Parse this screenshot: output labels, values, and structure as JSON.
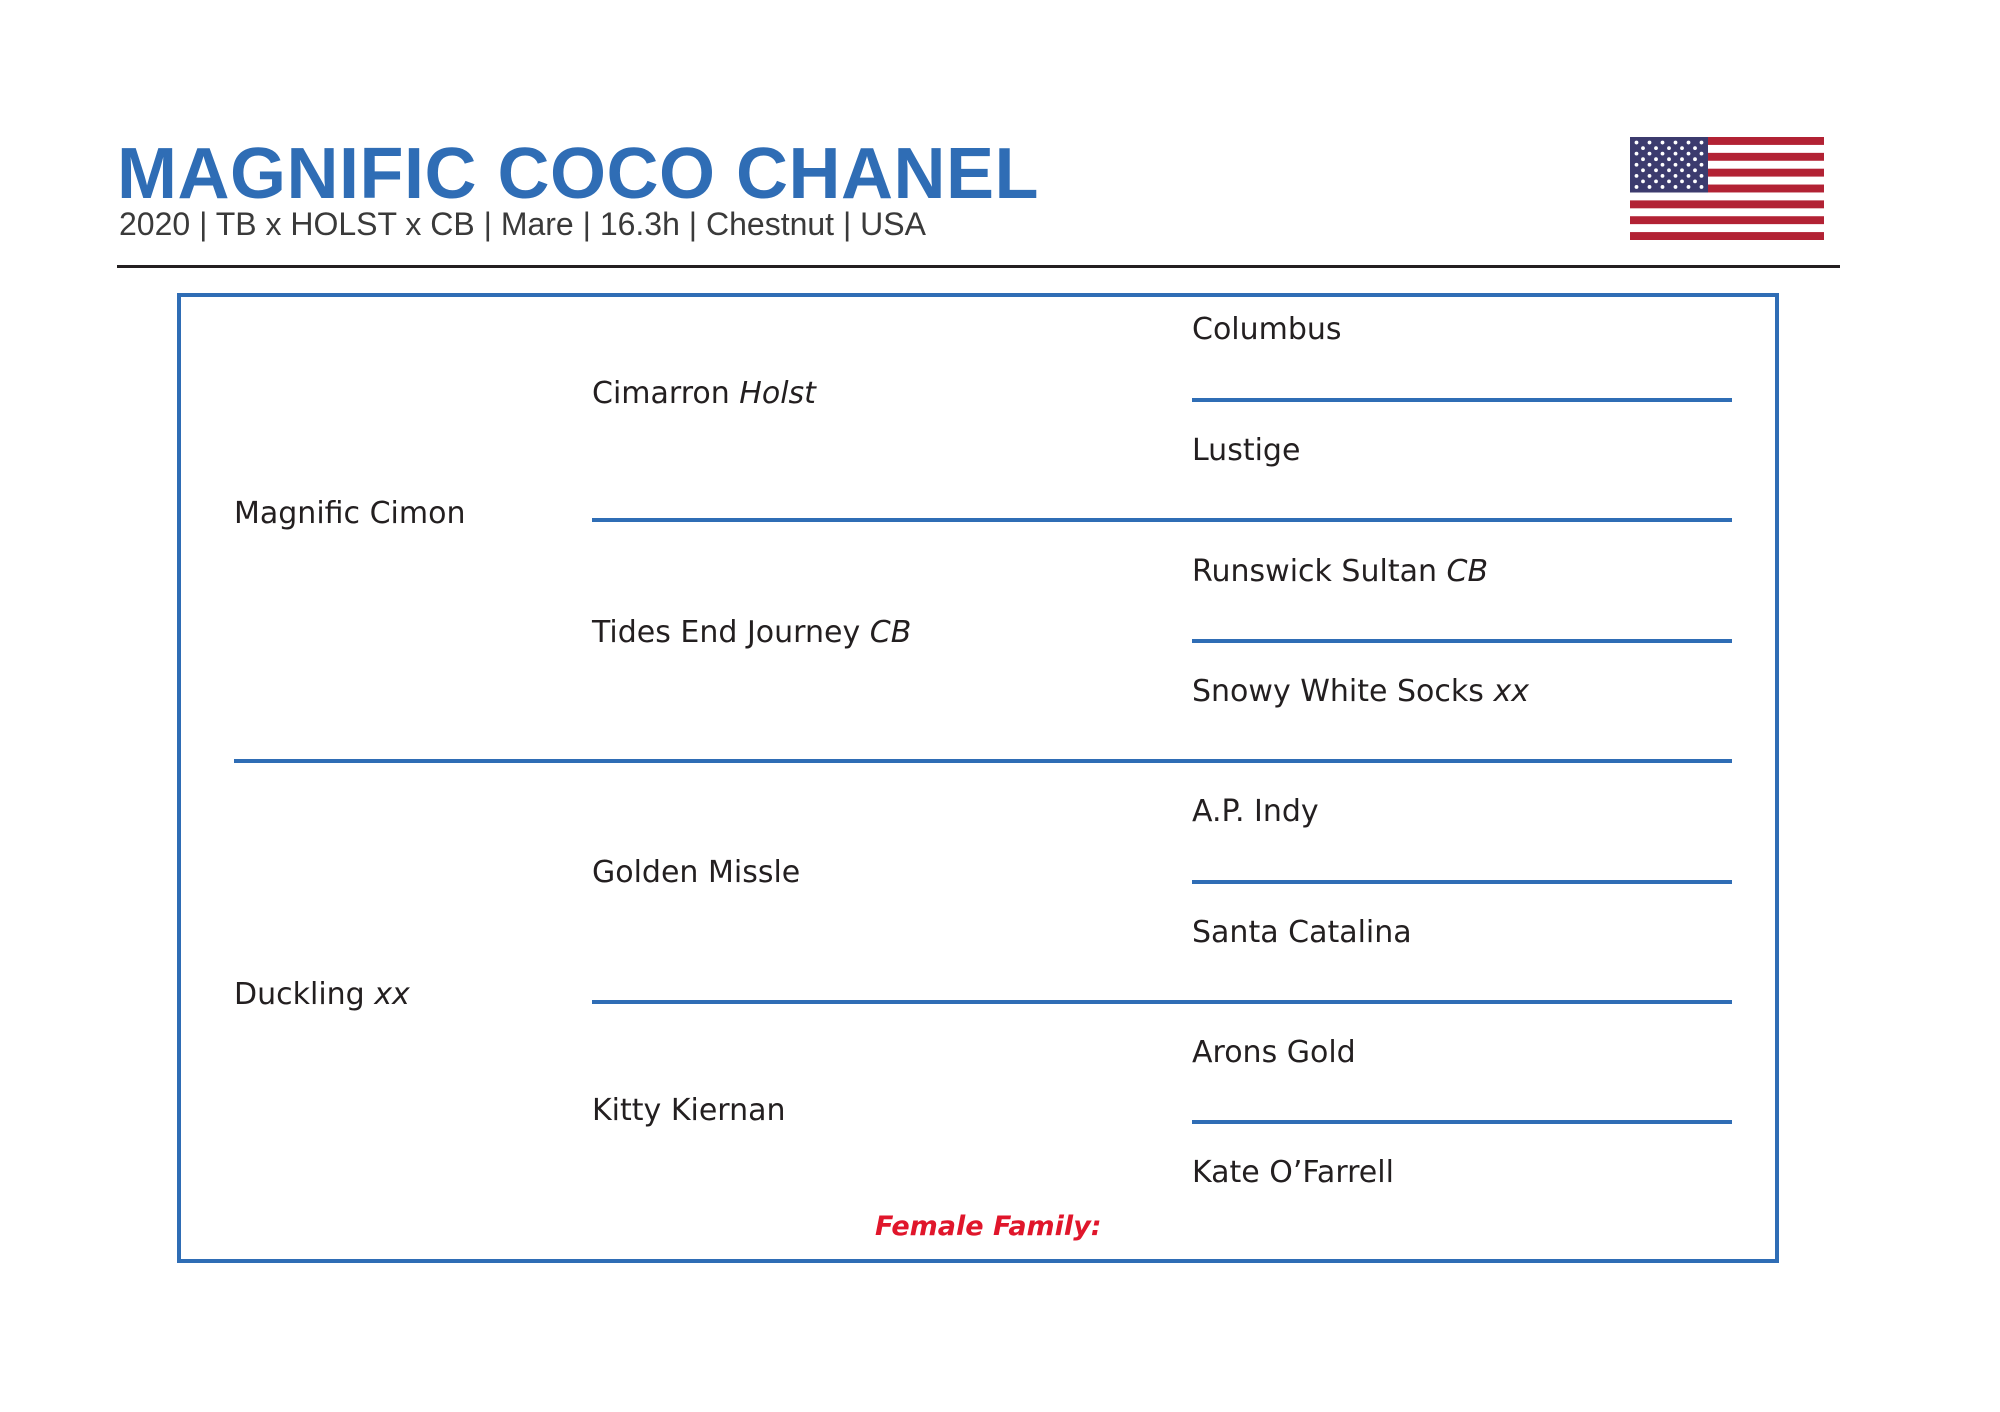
{
  "header": {
    "title": "MAGNIFIC COCO CHANEL",
    "subtitle": "2020 | TB x HOLST x CB | Mare | 16.3h | Chestnut | USA",
    "flag_icon": "usa-flag-icon"
  },
  "pedigree": {
    "sire": {
      "name": "Magnific Cimon",
      "suffix": ""
    },
    "dam": {
      "name": "Duckling",
      "suffix": "xx"
    },
    "sire_sire": {
      "name": "Cimarron",
      "suffix": "Holst"
    },
    "sire_dam": {
      "name": "Tides End Journey",
      "suffix": "CB"
    },
    "dam_sire": {
      "name": "Golden Missle",
      "suffix": ""
    },
    "dam_dam": {
      "name": "Kitty Kiernan",
      "suffix": ""
    },
    "ss_sire": {
      "name": "Columbus",
      "suffix": ""
    },
    "ss_dam": {
      "name": "Lustige",
      "suffix": ""
    },
    "sd_sire": {
      "name": "Runswick Sultan",
      "suffix": "CB"
    },
    "sd_dam": {
      "name": "Snowy White Socks",
      "suffix": "xx"
    },
    "ds_sire": {
      "name": "A.P. Indy",
      "suffix": ""
    },
    "ds_dam": {
      "name": "Santa Catalina",
      "suffix": ""
    },
    "dd_sire": {
      "name": "Arons Gold",
      "suffix": ""
    },
    "dd_dam": {
      "name": "Kate O’Farrell",
      "suffix": ""
    }
  },
  "female_family_label": "Female Family:",
  "colors": {
    "accent": "#2f6db5",
    "female_family": "#e0162b",
    "flag_red": "#b22234",
    "flag_blue": "#3c3b6e"
  }
}
